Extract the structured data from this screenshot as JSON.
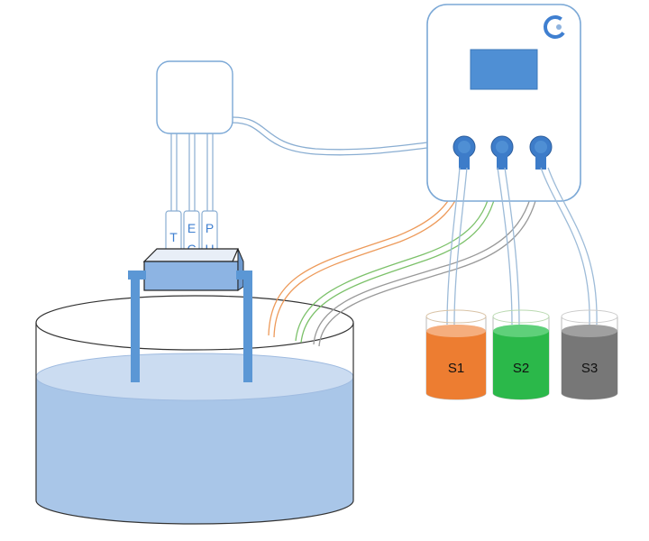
{
  "sensors": [
    {
      "line1": "T",
      "line2": ""
    },
    {
      "line1": "E",
      "line2": "C"
    },
    {
      "line1": "P",
      "line2": "H"
    }
  ],
  "containers": [
    {
      "label": "S1",
      "color": "#ed7d31"
    },
    {
      "label": "S2",
      "color": "#2bb84a"
    },
    {
      "label": "S3",
      "color": "#777777"
    }
  ],
  "colors": {
    "controller_outline": "#7ba8d6",
    "display": "#4f8fd4",
    "pump": "#3d7cc9",
    "tank_water": "#a9c6e8",
    "clamp": "#5b97d5",
    "tube": "#9dbbd8",
    "text_blue": "#3f7fd0"
  },
  "icons": [
    "logo-icon"
  ]
}
